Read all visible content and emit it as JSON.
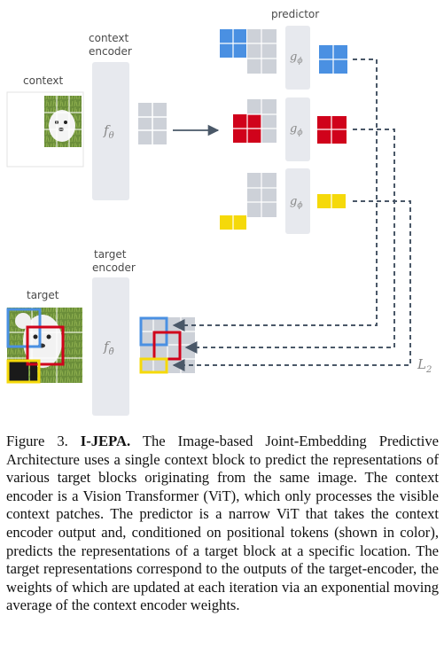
{
  "diagram": {
    "predictor_label": "predictor",
    "context_encoder_label_line1": "context",
    "context_encoder_label_line2": "encoder",
    "context_label": "context",
    "target_encoder_label_line1": "target",
    "target_encoder_label_line2": "encoder",
    "target_label": "target",
    "context_encoder_symbol": "f",
    "context_encoder_subscript": "θ",
    "target_encoder_symbol": "f",
    "target_encoder_subscript": "θ̄",
    "predictor_symbol": "g",
    "predictor_subscript": "ϕ",
    "loss_symbol": "L",
    "loss_subscript": "2",
    "colors": {
      "blue": "#4a90e2",
      "red": "#d0021b",
      "yellow": "#f5d90a",
      "gray_block": "#e7e9ee",
      "gray_patch": "#cdd1d8",
      "arrow": "#4a5868"
    }
  },
  "caption": {
    "figure_label": "Figure 3.",
    "title": "I-JEPA.",
    "body": " The Image-based Joint-Embedding Predictive Architecture uses a single context block to predict the representations of various target blocks originating from the same image. The context encoder is a Vision Transformer (ViT), which only processes the visible context patches. The predictor is a narrow ViT that takes the context encoder output and, conditioned on positional tokens (shown in color), predicts the representations of a target block at a specific location. The target representations correspond to the outputs of the target-encoder, the weights of which are updated at each iteration via an exponential moving average of the context encoder weights."
  }
}
